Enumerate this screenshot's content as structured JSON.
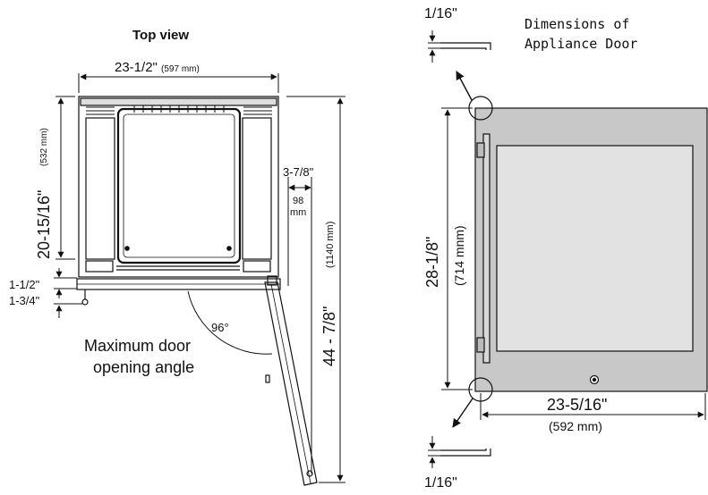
{
  "top_view": {
    "title": "Top view",
    "width_in": "23-1/2\"",
    "width_mm": "(597 mm)",
    "depth_in": "20-15/16\"",
    "depth_mm": "(532 mm)",
    "handle_offset_in": "3-7/8\"",
    "handle_offset_mm_1": "98",
    "handle_offset_mm_2": "mm",
    "door_thickness_in": "1-1/2\"",
    "door_front_in": "1-3/4\"",
    "opening_angle": "96°",
    "opening_caption_1": "Maximum door",
    "opening_caption_2": "opening angle",
    "total_depth_in": "44 - 7/8\"",
    "total_depth_mm": "(1140 mm)"
  },
  "door_view": {
    "title_1": "Dimensions of",
    "title_2": "Appliance Door",
    "top_gap": "1/16\"",
    "bottom_gap": "1/16\"",
    "height_in": "28-1/8\"",
    "height_mm": "(714 mnm)",
    "width_in": "23-5/16\"",
    "width_mm": "(592 mm)"
  },
  "colors": {
    "door_panel": "#c8c8c8",
    "glass": "#e2e2e2",
    "line": "#111111"
  }
}
